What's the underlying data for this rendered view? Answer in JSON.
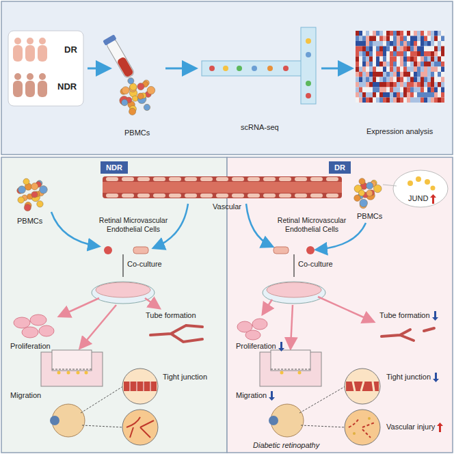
{
  "diagram": {
    "nodes": [
      {
        "text": [
          "DR",
          "NDR"
        ]
      },
      {
        "text": [
          "NDR"
        ]
      },
      {
        "text": [
          "DR"
        ]
      }
    ],
    "labels": [
      "PBMCs",
      "scRNA-seq",
      "Expression analysis",
      "Vascular",
      "PBMCs",
      "Retinal Microvascular Endothelial Cells",
      "Co-culture",
      "Proliferation",
      "Tube formation",
      "Migration",
      "Tight junction",
      "JUND",
      "PBMCs",
      "Retinal Microvascular Endothelial Cells",
      "Co-culture",
      "Proliferation",
      "Tube formation",
      "Migration",
      "Tight junction",
      "Diabetic retinopathy",
      "Vascular injury"
    ]
  }
}
